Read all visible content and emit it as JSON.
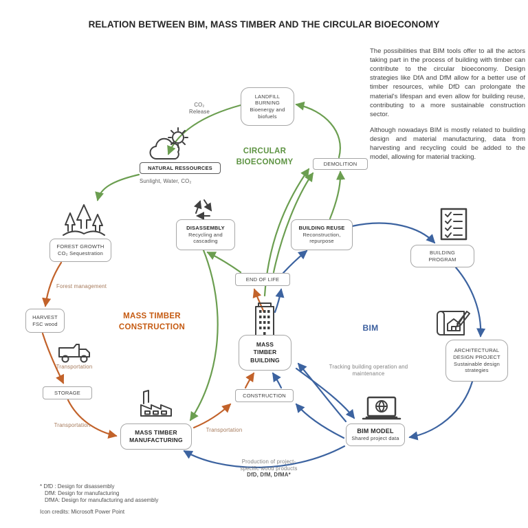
{
  "title": "RELATION BETWEEN BIM, MASS TIMBER AND THE CIRCULAR BIOECONOMY",
  "intro": {
    "p1": "The possibilities that BIM tools offer to all the actors taking part in the process of building with timber can contribute to the circular bioeconomy. Design strategies like DfA and DfM allow for a better use of timber resources, while DfD can prolongate the material's lifespan and even allow for building reuse, contributing to a more sustainable construction sector.",
    "p2": "Although nowadays BIM is mostly related to building design and material manufacturing, data from harvesting and recycling could be added to the model, allowing for material tracking."
  },
  "regions": {
    "circular_line1": "CIRCULAR",
    "circular_line2": "BIOECONOMY",
    "mass_timber_line1": "MASS TIMBER",
    "mass_timber_line2": "CONSTRUCTION",
    "bim": "BIM"
  },
  "nodes": {
    "landfill": {
      "line1": "LANDFILL",
      "line2": "BURNING",
      "sub": "Bioenergy and biofuels"
    },
    "natural": {
      "title": "NATURAL RESSOURCES",
      "below": "Sunlight, Water, CO₂"
    },
    "demolition": {
      "title": "DEMOLITION"
    },
    "disassembly": {
      "title": "DISASSEMBLY",
      "sub": "Recycling and cascading"
    },
    "building_reuse": {
      "title": "BUILDING REUSE",
      "sub": "Reconstruction, repurpose"
    },
    "end_of_life": {
      "title": "END OF LIFE"
    },
    "building_program": {
      "line1": "BUILDING",
      "line2": "PROGRAM"
    },
    "forest_growth": {
      "line1": "FOREST GROWTH",
      "line2": "CO₂ Sequestration"
    },
    "harvest": {
      "line1": "HARVEST",
      "line2": "FSC wood"
    },
    "storage": {
      "title": "STORAGE"
    },
    "mass_timber_building": {
      "line1": "MASS",
      "line2": "TIMBER",
      "line3": "BUILDING"
    },
    "construction": {
      "title": "CONSTRUCTION"
    },
    "mass_timber_manufacturing": {
      "line1": "MASS TIMBER",
      "line2": "MANUFACTURING"
    },
    "architectural": {
      "line1": "ARCHITECTURAL",
      "line2": "DESIGN PROJECT",
      "sub": "Sustainable design strategies"
    },
    "bim_model": {
      "title": "BIM MODEL",
      "sub": "Shared project data"
    }
  },
  "labels": {
    "co2_release_line1": "CO₂",
    "co2_release_line2": "Release",
    "forest_management": "Forest management",
    "transportation1": "Transportation",
    "transportation2": "Transportation",
    "transportation3": "Transportation",
    "tracking": "Tracking building operation and maintenance",
    "production_line1": "Production of project-",
    "production_line2": "specific wood products",
    "production_line3": "DfD, DfM, DfMA*"
  },
  "footnotes": {
    "line1": "* DfD : Design for disassembly",
    "line2": "DfM:  Design for manufacturing",
    "line3": "DfMA:  Design for manufacturing and assembly",
    "credits": "Icon credits: Microsoft Power Point"
  },
  "colors": {
    "green": "#6b9e50",
    "greenhead": "#5d9342",
    "orange": "#c2622a",
    "orangehead": "#c55a11",
    "blue": "#3c63a0",
    "bluehead": "#3c5f9e"
  }
}
